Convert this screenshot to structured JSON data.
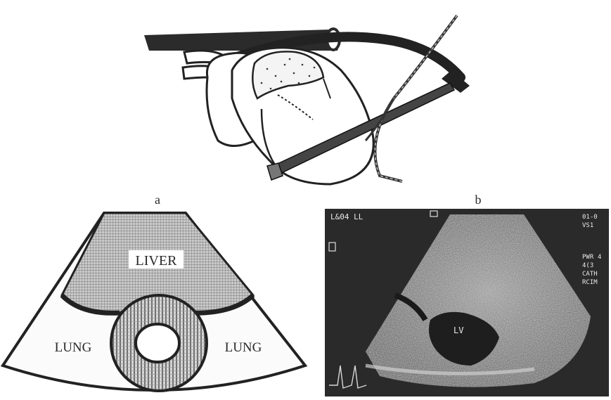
{
  "panel_labels": {
    "a": "a",
    "b": "b"
  },
  "schematic": {
    "liver": "LIVER",
    "lung_left": "LUNG",
    "lung_right": "LUNG"
  },
  "ultrasound": {
    "header": "L&04 LL",
    "lv": "LV",
    "right_readout": [
      "01-0",
      "VS1",
      "PWR",
      "4",
      "4(3",
      "CATH",
      "RCIM"
    ]
  }
}
